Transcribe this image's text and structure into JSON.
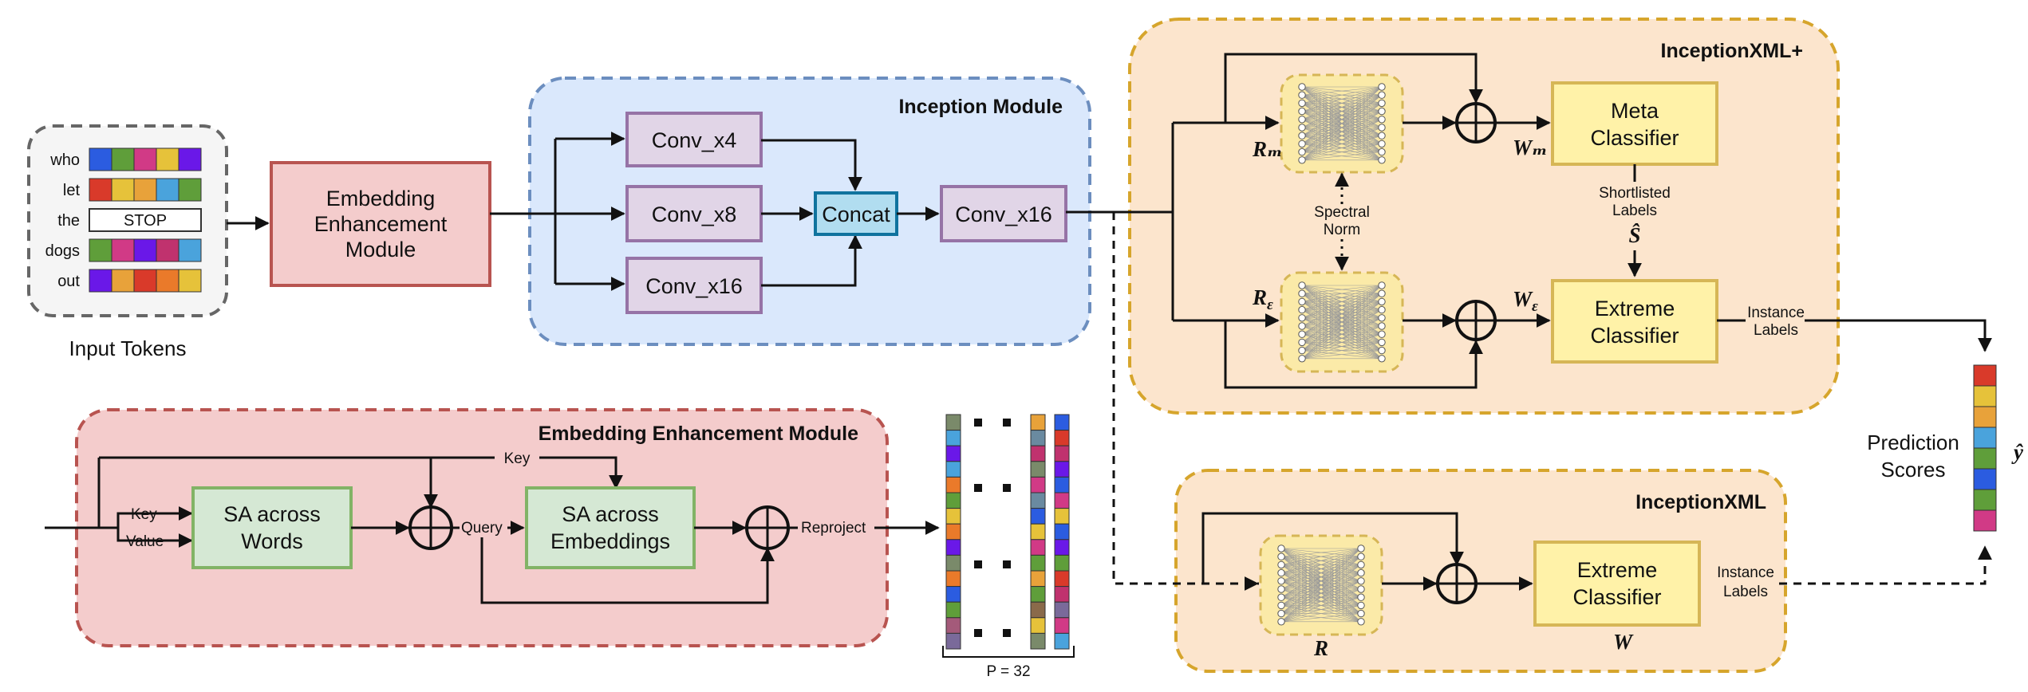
{
  "colors": {
    "embedding_box_fill": "#f4cccc",
    "embedding_box_stroke": "#b85450",
    "inception_panel_fill": "#dae8fc",
    "inception_panel_stroke": "#6c8ebf",
    "conv_fill": "#e1d5e7",
    "conv_stroke": "#9673a6",
    "concat_fill": "#b1ddf0",
    "concat_stroke": "#10739e",
    "xml_panel_fill": "#fce5cd",
    "xml_panel_stroke": "#d6a52c",
    "classifier_fill": "#fff2a8",
    "classifier_stroke": "#d6b656",
    "sa_fill": "#d5e8d4",
    "sa_stroke": "#82b366",
    "input_panel_fill": "#f5f5f5",
    "input_panel_stroke": "#666666"
  },
  "input_tokens": {
    "caption": "Input Tokens",
    "rows": [
      {
        "word": "who",
        "cells": [
          "#2b5ce0",
          "#5f9e3a",
          "#d13a86",
          "#e6c23a",
          "#6a18e8"
        ]
      },
      {
        "word": "let",
        "cells": [
          "#d93a2a",
          "#e6c23a",
          "#e8a23a",
          "#4aa3dc",
          "#5f9e3a"
        ]
      },
      {
        "word": "the",
        "stop_label": "STOP"
      },
      {
        "word": "dogs",
        "cells": [
          "#5f9e3a",
          "#d13a86",
          "#6a18e8",
          "#c0326e",
          "#4aa3dc"
        ]
      },
      {
        "word": "out",
        "cells": [
          "#6a18e8",
          "#e8a23a",
          "#d93a2a",
          "#ea7a2a",
          "#e6c23a"
        ]
      }
    ]
  },
  "embedding_module_box": {
    "line1": "Embedding",
    "line2": "Enhancement",
    "line3": "Module"
  },
  "inception_module": {
    "title": "Inception Module",
    "conv_x4": "Conv_x4",
    "conv_x8": "Conv_x8",
    "conv_x16_left": "Conv_x16",
    "concat": "Concat",
    "conv_x16_right": "Conv_x16"
  },
  "inceptionxml_plus": {
    "title": "InceptionXML+",
    "meta_line1": "Meta",
    "meta_line2": "Classifier",
    "extreme_line1": "Extreme",
    "extreme_line2": "Classifier",
    "spectral_line1": "Spectral",
    "spectral_line2": "Norm",
    "shortlisted_line1": "Shortlisted",
    "shortlisted_line2": "Labels",
    "instance_line1": "Instance",
    "instance_line2": "Labels",
    "rm": "Rₘ",
    "re": "R_ε",
    "wm": "Wₘ",
    "we": "W_ε",
    "s_hat": "Ŝ"
  },
  "inceptionxml": {
    "title": "InceptionXML",
    "extreme_line1": "Extreme",
    "extreme_line2": "Classifier",
    "instance_line1": "Instance",
    "instance_line2": "Labels",
    "r": "R",
    "w": "W"
  },
  "eem_detail": {
    "title": "Embedding Enhancement Module",
    "key_top": "Key",
    "key_left": "Key",
    "value_left": "Value",
    "sa_words_line1": "SA across",
    "sa_words_line2": "Words",
    "query": "Query",
    "sa_emb_line1": "SA across",
    "sa_emb_line2": "Embeddings",
    "reproject": "Reproject"
  },
  "embedding_columns": {
    "p_label": "P = 32",
    "col1": [
      "#7a8a6a",
      "#4aa3dc",
      "#6a18e8",
      "#4aa3dc",
      "#ea7a2a",
      "#5f9e3a",
      "#e6c23a",
      "#ea7a2a",
      "#6a18e8",
      "#7a8a6a",
      "#ea7a2a",
      "#2b5ce0",
      "#5f9e3a",
      "#a45a7a",
      "#7a6a9a"
    ],
    "col2": [
      "#e8a23a",
      "#6a8aa0",
      "#c0326e",
      "#7a8a6a",
      "#d13a86",
      "#6a8aa0",
      "#2b5ce0",
      "#e6c23a",
      "#d13a86",
      "#5f9e3a",
      "#e8a23a",
      "#5f9e3a",
      "#8a6a4a",
      "#e6c23a",
      "#7a8a6a"
    ],
    "col3": [
      "#2b5ce0",
      "#d93a2a",
      "#c0326e",
      "#6a18e8",
      "#2b5ce0",
      "#d13a86",
      "#e6c23a",
      "#2b5ce0",
      "#6a18e8",
      "#5f9e3a",
      "#d93a2a",
      "#c0326e",
      "#7a6a9a",
      "#d13a86",
      "#4aa3dc"
    ]
  },
  "prediction": {
    "label_line1": "Prediction",
    "label_line2": "Scores",
    "y_hat": "ŷ",
    "cells": [
      "#d93a2a",
      "#e6c23a",
      "#e8a23a",
      "#4aa3dc",
      "#5f9e3a",
      "#2b5ce0",
      "#5f9e3a",
      "#d13a86"
    ]
  }
}
